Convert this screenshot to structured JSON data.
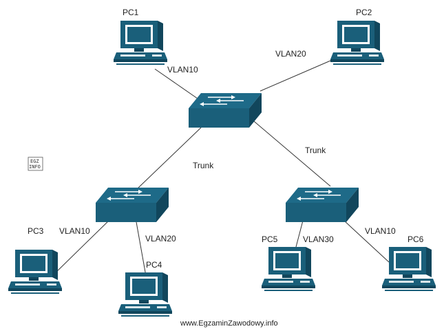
{
  "colors": {
    "device_blue": "#1a5f7a",
    "device_dark": "#11465c",
    "screen": "#ffffff",
    "link_line": "#333333"
  },
  "pcs": [
    {
      "id": "pc1",
      "label": "PC1"
    },
    {
      "id": "pc2",
      "label": "PC2"
    },
    {
      "id": "pc3",
      "label": "PC3"
    },
    {
      "id": "pc4",
      "label": "PC4"
    },
    {
      "id": "pc5",
      "label": "PC5"
    },
    {
      "id": "pc6",
      "label": "PC6"
    }
  ],
  "switches": [
    {
      "id": "core-switch",
      "icon": "switch-icon"
    },
    {
      "id": "left-switch",
      "icon": "switch-icon"
    },
    {
      "id": "right-switch",
      "icon": "switch-icon"
    }
  ],
  "links": {
    "pc1": "VLAN10",
    "pc2": "VLAN20",
    "trunk_left": "Trunk",
    "trunk_right": "Trunk",
    "pc3": "VLAN10",
    "pc4": "VLAN20",
    "pc5": "VLAN30",
    "pc6": "VLAN10"
  },
  "watermark": {
    "line1": "EGZ",
    "line2": "INFO"
  },
  "footer": "www.EgzaminZawodowy.info"
}
